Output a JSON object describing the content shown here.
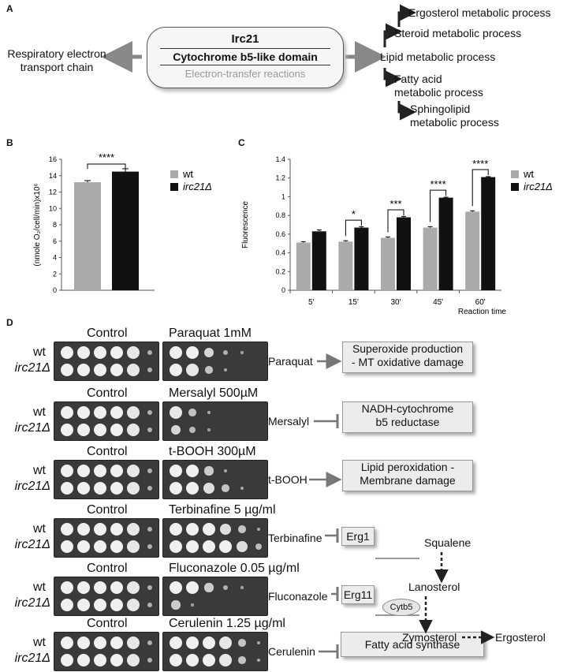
{
  "panelA": {
    "letter": "A",
    "center_title": "Irc21",
    "center_domain": "Cytochrome b5-like domain",
    "center_sub": "Electron-transfer reactions",
    "left_line1": "Respiratory electron",
    "left_line2": "transport chain",
    "lipid": "Lipid metabolic process",
    "steroid": "Steroid metabolic process",
    "ergosterol": "Ergosterol metabolic process",
    "fatty_line1": "Fatty acid",
    "fatty_line2": "metabolic process",
    "sphingo_line1": "Sphingolipid",
    "sphingo_line2": "metabolic process"
  },
  "panelB": {
    "letter": "B",
    "ylabel": "(nmole O₂/cell/min)x10⁶",
    "sig": "****",
    "legend_wt": "wt",
    "legend_mut": "irc21Δ"
  },
  "panelC": {
    "letter": "C",
    "ylabel": "Fluorescence",
    "xlabel": "Reaction time",
    "legend_wt": "wt",
    "legend_mut": "irc21Δ"
  },
  "chart_data": [
    {
      "type": "bar",
      "categories": [
        ""
      ],
      "series": [
        {
          "name": "wt",
          "values": [
            13.2
          ],
          "errors": [
            0.2
          ]
        },
        {
          "name": "irc21Δ",
          "values": [
            14.5
          ],
          "errors": [
            0.35
          ]
        }
      ],
      "ylim": [
        0,
        16
      ],
      "yticks": [
        0,
        2,
        4,
        6,
        8,
        10,
        12,
        14,
        16
      ],
      "ylabel": "(nmole O₂/cell/min)x10⁶",
      "annotations": [
        "****"
      ],
      "colors": {
        "wt": "#aaaaaa",
        "irc21Δ": "#111111"
      }
    },
    {
      "type": "bar",
      "categories": [
        "5'",
        "15'",
        "30'",
        "45'",
        "60'"
      ],
      "series": [
        {
          "name": "wt",
          "values": [
            0.51,
            0.52,
            0.56,
            0.67,
            0.84
          ],
          "errors": [
            0.01,
            0.01,
            0.01,
            0.01,
            0.01
          ]
        },
        {
          "name": "irc21Δ",
          "values": [
            0.63,
            0.67,
            0.78,
            0.99,
            1.21
          ],
          "errors": [
            0.015,
            0.01,
            0.01,
            0.005,
            0.005
          ]
        }
      ],
      "ylim": [
        0,
        1.4
      ],
      "yticks": [
        "0",
        "0.2",
        "0.4",
        "0.6",
        "0.8",
        "1",
        "1.2",
        "1.4"
      ],
      "ylabel": "Fluorescence",
      "xlabel": "Reaction time",
      "significance": [
        "",
        "*",
        "***",
        "****",
        "****"
      ],
      "colors": {
        "wt": "#aaaaaa",
        "irc21Δ": "#111111"
      }
    }
  ],
  "panelD": {
    "letter": "D",
    "wt": "wt",
    "mut": "irc21Δ",
    "control": "Control",
    "rows": [
      {
        "treatment": "Paraquat 1mM",
        "agent": "Paraquat",
        "target_line1": "Superoxide production",
        "target_line2": "- MT oxidative damage"
      },
      {
        "treatment": "Mersalyl 500µM",
        "agent": "Mersalyl",
        "target_line1": "NADH-cytochrome",
        "target_line2": "b5 reductase"
      },
      {
        "treatment": "t-BOOH 300µM",
        "agent": "t-BOOH",
        "target_line1": "Lipid peroxidation -",
        "target_line2": "Membrane damage"
      },
      {
        "treatment": "Terbinafine 5 µg/ml",
        "agent": "Terbinafine",
        "target_line1": "Erg1",
        "target_line2": ""
      },
      {
        "treatment": "Fluconazole 0.05 µg/ml",
        "agent": "Fluconazole",
        "target_line1": "Erg11",
        "target_line2": ""
      },
      {
        "treatment": "Cerulenin 1.25 µg/ml",
        "agent": "Cerulenin",
        "target_line1": "Fatty acid synthase",
        "target_line2": ""
      }
    ],
    "pathway": {
      "squalene": "Squalene",
      "lanosterol": "Lanosterol",
      "cytb5": "Cytb5",
      "zymosterol": "Zymosterol",
      "ergosterol": "Ergosterol"
    }
  }
}
